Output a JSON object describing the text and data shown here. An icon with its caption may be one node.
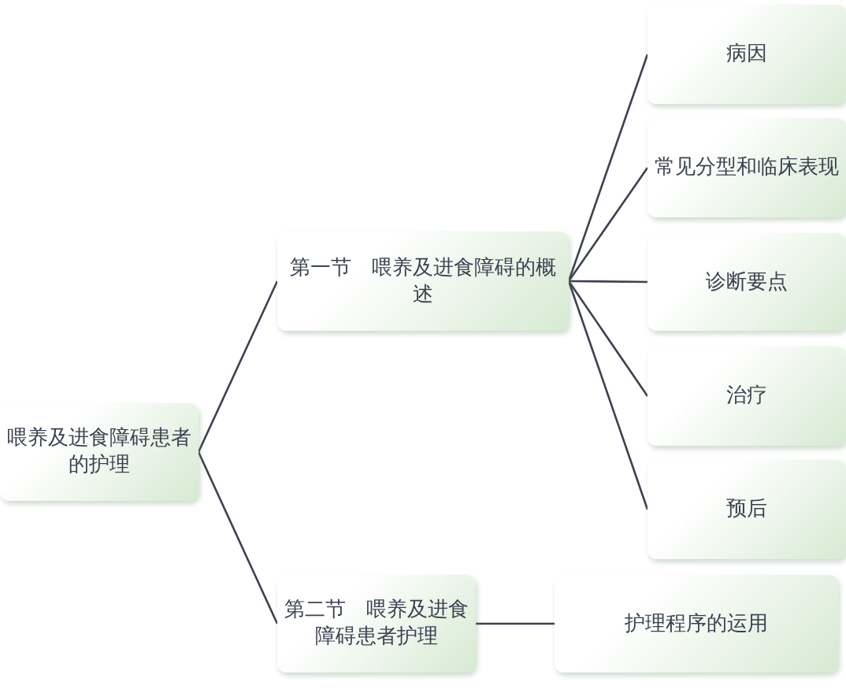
{
  "diagram": {
    "nodes": [
      {
        "text": [
          "喂养及进食障碍患者的护理"
        ]
      },
      {
        "text": [
          "第一节　喂养及进食障碍的概述"
        ]
      },
      {
        "text": [
          "病因"
        ]
      },
      {
        "text": [
          "常见分型和临床表现"
        ]
      },
      {
        "text": [
          "诊断要点"
        ]
      },
      {
        "text": [
          "治疗"
        ]
      },
      {
        "text": [
          "预后"
        ]
      },
      {
        "text": [
          "第二节　喂养及进食障碍患者护理"
        ]
      },
      {
        "text": [
          "护理程序的运用"
        ]
      }
    ],
    "edges": [
      {
        "from": 0,
        "to": 1,
        "arrow": "none"
      },
      {
        "from": 0,
        "to": 7,
        "arrow": "none"
      },
      {
        "from": 1,
        "to": 2,
        "arrow": "none"
      },
      {
        "from": 1,
        "to": 3,
        "arrow": "none"
      },
      {
        "from": 1,
        "to": 4,
        "arrow": "none"
      },
      {
        "from": 1,
        "to": 5,
        "arrow": "none"
      },
      {
        "from": 1,
        "to": 6,
        "arrow": "none"
      },
      {
        "from": 7,
        "to": 8,
        "arrow": "none"
      }
    ]
  }
}
